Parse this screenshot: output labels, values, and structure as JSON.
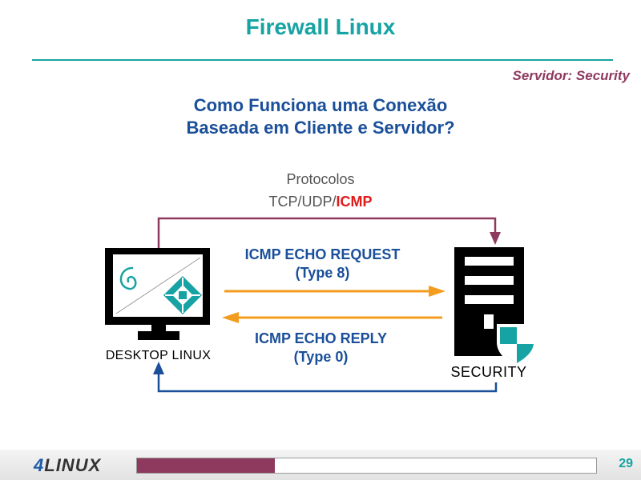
{
  "title": "Firewall Linux",
  "subtitle_tag": "Servidor: Security",
  "question": {
    "line1": "Como Funciona uma Conexão",
    "line2": "Baseada em Cliente e Servidor?"
  },
  "protocols": {
    "label": "Protocolos",
    "prefix": "TCP/UDP/",
    "highlight": "ICMP",
    "highlight_color": "#e01b1b"
  },
  "request": {
    "line1": "ICMP ECHO REQUEST",
    "line2": "(Type 8)"
  },
  "reply": {
    "line1": "ICMP ECHO REPLY",
    "line2": "(Type 0)"
  },
  "desktop": {
    "caption": "DESKTOP LINUX",
    "icons": [
      "debian-icon",
      "centos-icon"
    ]
  },
  "server": {
    "caption": "SECURITY",
    "icon": "shield-icon"
  },
  "footer": {
    "logo_number": "4",
    "logo_text": "LINUX",
    "progress": 0.3,
    "page_number": "29"
  },
  "colors": {
    "title": "#17a3a3",
    "heading": "#1a4f9a",
    "accent": "#8e3a5e",
    "arrow": "#f39c1e",
    "return_line": "#1a4f9a"
  }
}
